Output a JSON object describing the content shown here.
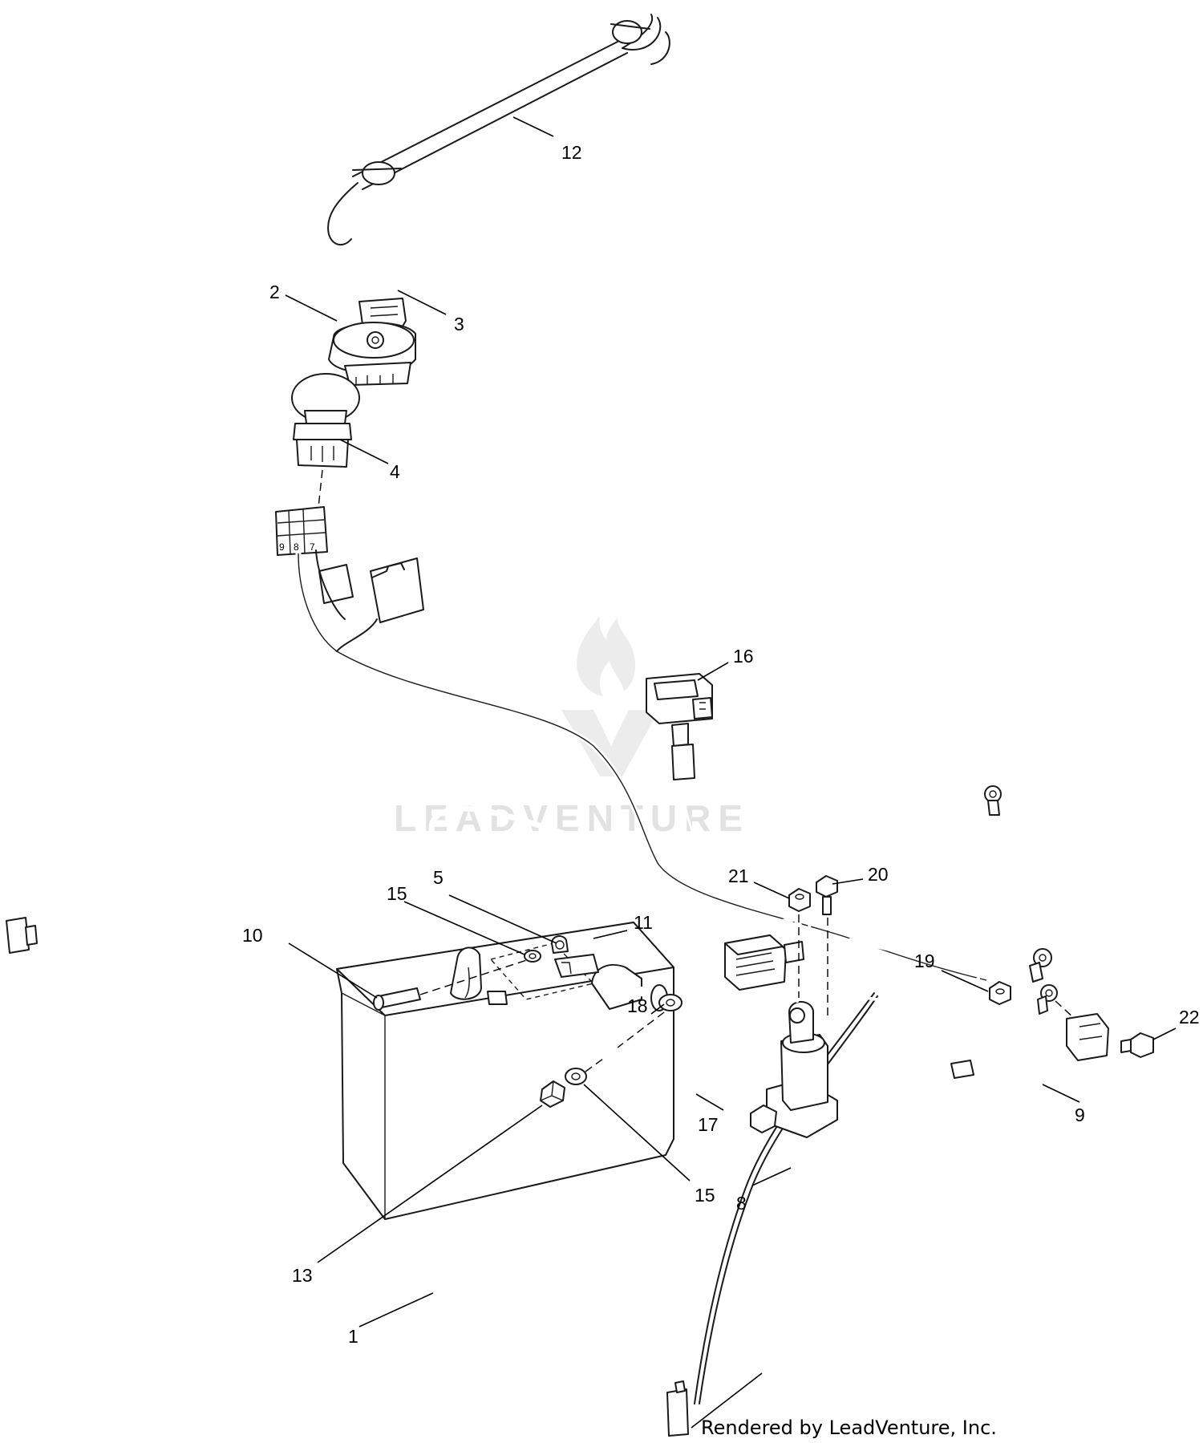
{
  "diagram": {
    "callouts": [
      {
        "id": "c12",
        "label": "12"
      },
      {
        "id": "c2",
        "label": "2"
      },
      {
        "id": "c3",
        "label": "3"
      },
      {
        "id": "c4",
        "label": "4"
      },
      {
        "id": "c16",
        "label": "16"
      },
      {
        "id": "c5",
        "label": "5"
      },
      {
        "id": "c15a",
        "label": "15"
      },
      {
        "id": "c10",
        "label": "10"
      },
      {
        "id": "c11",
        "label": "11"
      },
      {
        "id": "c21",
        "label": "21"
      },
      {
        "id": "c20",
        "label": "20"
      },
      {
        "id": "c19",
        "label": "19"
      },
      {
        "id": "c22",
        "label": "22"
      },
      {
        "id": "c18",
        "label": "18"
      },
      {
        "id": "c9",
        "label": "9"
      },
      {
        "id": "c17",
        "label": "17"
      },
      {
        "id": "c15b",
        "label": "15"
      },
      {
        "id": "c8",
        "label": "8"
      },
      {
        "id": "c13",
        "label": "13"
      },
      {
        "id": "c1",
        "label": "1"
      }
    ],
    "connector_pins": [
      "9",
      "8",
      "7"
    ]
  },
  "watermark": {
    "text": "LEADVENTURE"
  },
  "footer": {
    "credit": "Rendered by LeadVenture, Inc."
  }
}
